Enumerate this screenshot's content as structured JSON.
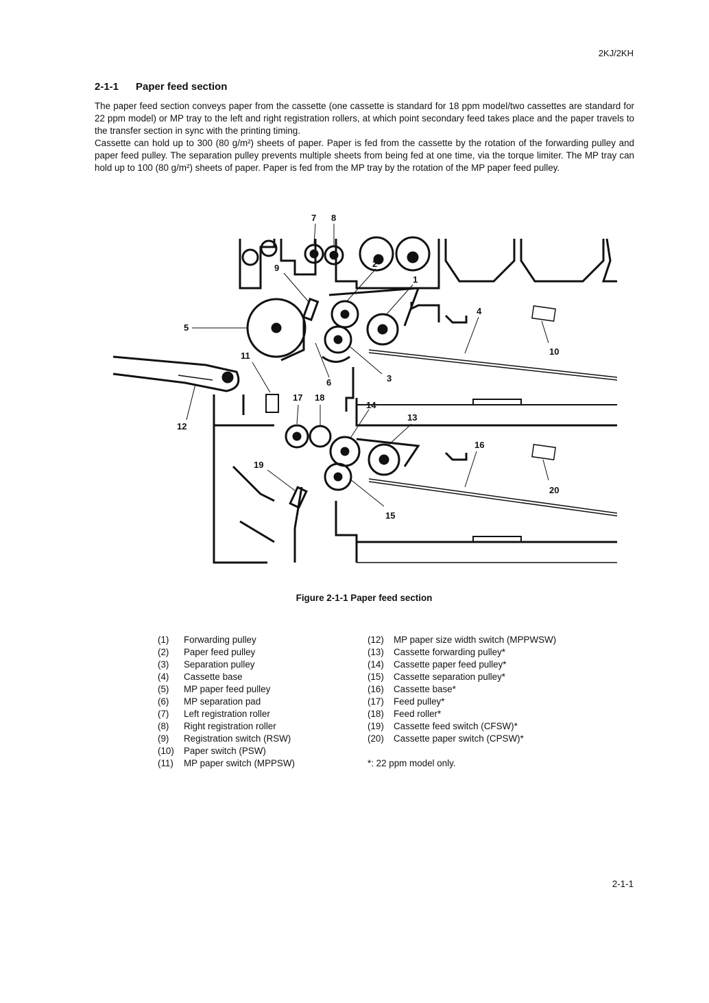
{
  "header": {
    "model_code": "2KJ/2KH"
  },
  "section": {
    "number": "2-1-1",
    "title": "Paper feed section"
  },
  "paragraphs": [
    "The paper feed section conveys paper from the cassette (one cassette is standard for 18 ppm model/two cassettes are standard for 22 ppm model) or MP tray to the left and right registration rollers, at which point secondary feed takes place and the paper travels to the transfer section in sync with the printing timing.",
    "Cassette can hold up to 300 (80 g/m²) sheets of paper. Paper is fed from the cassette by the rotation of the forwarding pulley and paper feed pulley. The separation pulley prevents multiple sheets from being fed at one time, via the torque limiter. The MP tray can hold up to 100 (80 g/m²) sheets of paper. Paper is fed from the MP tray by the rotation of the MP paper feed pulley."
  ],
  "figure": {
    "caption": "Figure 2-1-1 Paper feed section",
    "callouts": [
      "1",
      "2",
      "3",
      "4",
      "5",
      "6",
      "7",
      "8",
      "9",
      "10",
      "11",
      "12",
      "13",
      "14",
      "15",
      "16",
      "17",
      "18",
      "19",
      "20"
    ]
  },
  "legend": {
    "col1": [
      {
        "n": "(1)",
        "label": "Forwarding pulley"
      },
      {
        "n": "(2)",
        "label": "Paper feed pulley"
      },
      {
        "n": "(3)",
        "label": "Separation pulley"
      },
      {
        "n": "(4)",
        "label": "Cassette base"
      },
      {
        "n": "(5)",
        "label": "MP paper feed pulley"
      },
      {
        "n": "(6)",
        "label": "MP separation pad"
      },
      {
        "n": "(7)",
        "label": "Left registration roller"
      },
      {
        "n": "(8)",
        "label": "Right registration roller"
      },
      {
        "n": "(9)",
        "label": "Registration switch (RSW)"
      },
      {
        "n": "(10)",
        "label": "Paper switch (PSW)"
      },
      {
        "n": "(11)",
        "label": "MP paper switch (MPPSW)"
      }
    ],
    "col2": [
      {
        "n": "(12)",
        "label": "MP paper size width switch (MPPWSW)"
      },
      {
        "n": "(13)",
        "label": "Cassette forwarding pulley*"
      },
      {
        "n": "(14)",
        "label": "Cassette paper feed pulley*"
      },
      {
        "n": "(15)",
        "label": "Cassette separation pulley*"
      },
      {
        "n": "(16)",
        "label": "Cassette base*"
      },
      {
        "n": "(17)",
        "label": "Feed pulley*"
      },
      {
        "n": "(18)",
        "label": "Feed roller*"
      },
      {
        "n": "(19)",
        "label": "Cassette feed switch (CFSW)*"
      },
      {
        "n": "(20)",
        "label": "Cassette paper switch (CPSW)*"
      }
    ],
    "note": "*: 22 ppm model only."
  },
  "footer": {
    "page_number": "2-1-1"
  }
}
